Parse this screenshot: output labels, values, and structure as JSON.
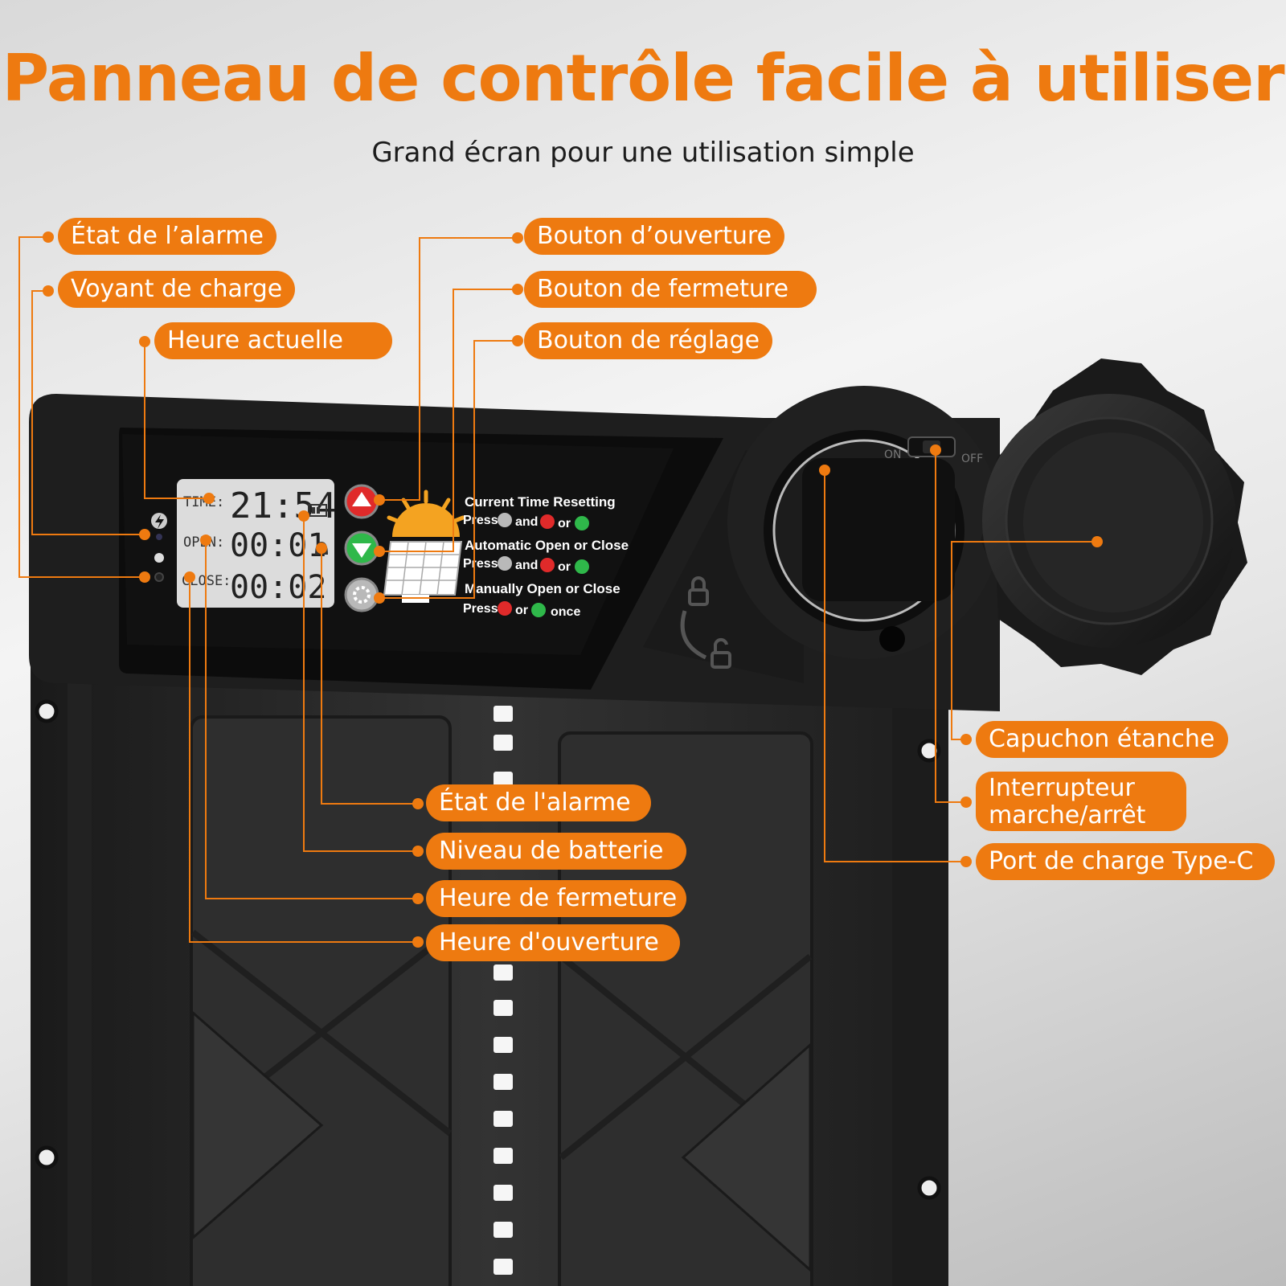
{
  "header": {
    "title": "Panneau de contrôle facile à utiliser",
    "subtitle": "Grand écran pour une utilisation simple"
  },
  "labels": {
    "alarm_state_top": "État de l’alarme",
    "charge_indicator": "Voyant de charge",
    "current_time": "Heure actuelle",
    "open_button": "Bouton d’ouverture",
    "close_button": "Bouton de fermeture",
    "settings_button": "Bouton de réglage",
    "waterproof_cap": "Capuchon étanche",
    "power_switch": "Interrupteur marche/arrêt",
    "type_c_port": "Port de charge Type-C",
    "alarm_state_bottom": "État de l'alarme",
    "battery_level": "Niveau de batterie",
    "closing_time": "Heure de fermeture",
    "opening_time": "Heure d'ouverture"
  },
  "lcd": {
    "time_label": "TIME:",
    "time_value": "21:54",
    "open_label": "OPEN:",
    "open_value": "00:01",
    "close_label": "CLOSE:",
    "close_value": "00:02"
  },
  "instructions": {
    "line1_title": "Current Time Resetting",
    "line1_press": "Press",
    "line1_and": "and",
    "line1_or": "or",
    "line2_title": "Automatic Open or Close",
    "line2_press": "Press",
    "line2_and": "and",
    "line2_or": "or",
    "line3_title": "Manually Open or Close",
    "line3_press": "Press",
    "line3_or": "or",
    "line3_once": "once"
  },
  "switch": {
    "on": "ON",
    "off": "OFF"
  },
  "colors": {
    "accent": "#ee7a10",
    "device_body": "#2c2c2c",
    "panel_black": "#0e0e0e",
    "open_button": "#e02a2a",
    "close_button": "#2fb84a",
    "settings_button": "#b9b9b9",
    "lcd_bg": "#dcdcdc"
  }
}
